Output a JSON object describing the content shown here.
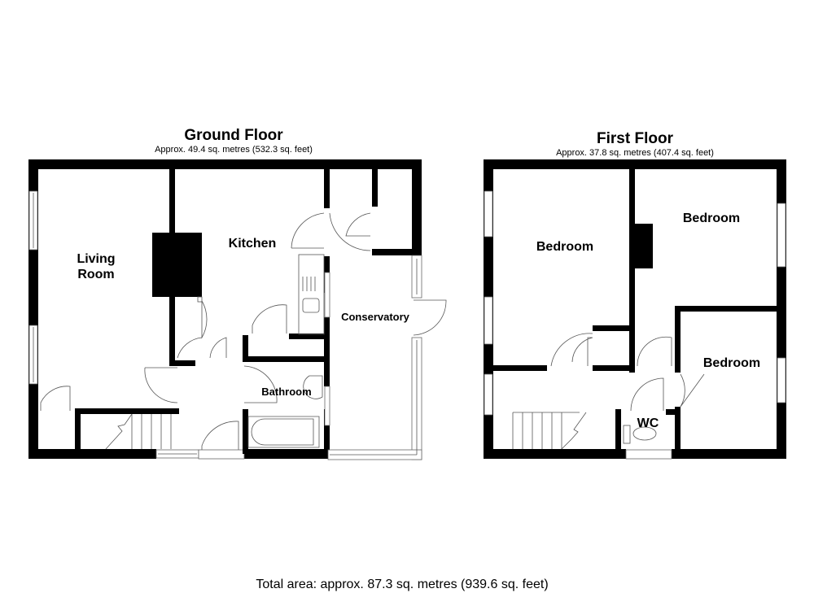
{
  "ground_floor": {
    "title": "Ground Floor",
    "area": "Approx. 49.4 sq. metres (532.3 sq. feet)",
    "rooms": {
      "living_room_line1": "Living",
      "living_room_line2": "Room",
      "kitchen": "Kitchen",
      "conservatory": "Conservatory",
      "bathroom": "Bathroom"
    }
  },
  "first_floor": {
    "title": "First Floor",
    "area": "Approx. 37.8 sq. metres (407.4 sq. feet)",
    "rooms": {
      "bedroom_1": "Bedroom",
      "bedroom_2": "Bedroom",
      "bedroom_3": "Bedroom",
      "wc": "WC"
    }
  },
  "total_area": "Total area: approx. 87.3 sq. metres (939.6 sq. feet)"
}
